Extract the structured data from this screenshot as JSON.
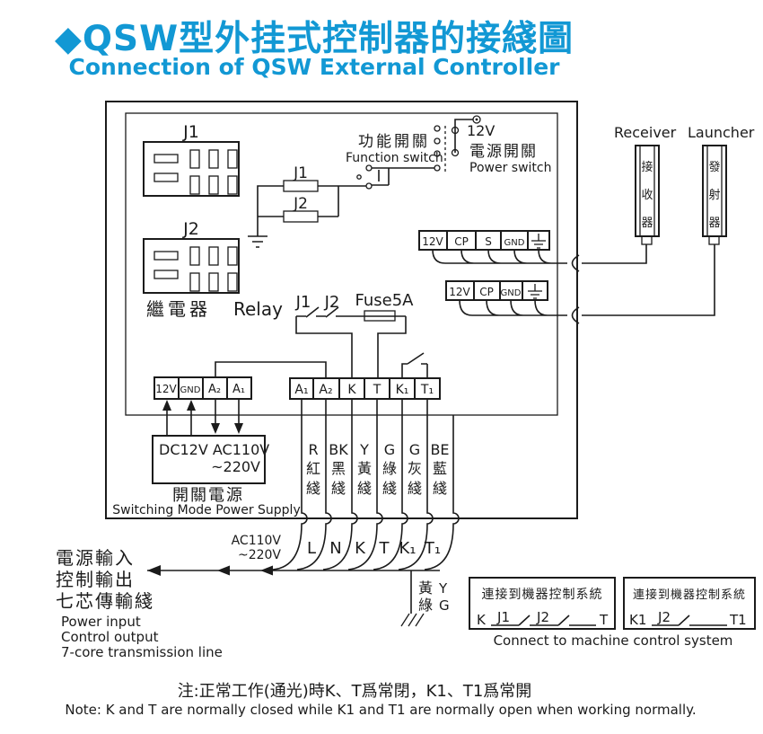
{
  "title": {
    "zh": "◆QSW型外挂式控制器的接綫圖",
    "en": "Connection of QSW External Controller"
  },
  "colors": {
    "accent": "#1298d4",
    "line": "#1b1b1b"
  },
  "connector_blocks": {
    "j1": "J1",
    "j2": "J2",
    "relay_zh": "繼電器",
    "relay_en": "Relay"
  },
  "coils": {
    "j1": "J1",
    "j2": "J2"
  },
  "function_switch": {
    "zh": "功能開關",
    "en": "Function switch"
  },
  "power_switch": {
    "voltage": "12V",
    "zh": "電源開關",
    "en": "Power switch"
  },
  "fuse_circuit": {
    "j1": "J1",
    "j2": "J2",
    "fuse": "Fuse5A"
  },
  "strips": {
    "receiver_strip": [
      "12V",
      "CP",
      "S",
      "GND"
    ],
    "launcher_strip": [
      "12V",
      "CP",
      "GND"
    ],
    "power_strip": [
      "12V",
      "GND",
      "A₂",
      "A₁"
    ],
    "output_strip": [
      "A₁",
      "A₂",
      "K",
      "T",
      "K₁",
      "T₁"
    ]
  },
  "power_supply": {
    "line1": "DC12V AC110V",
    "line2": "~220V",
    "zh": "開關電源",
    "en": "Switching Mode Power Supply"
  },
  "devices": {
    "receiver": {
      "en": "Receiver",
      "zh": [
        "接",
        "收",
        "器"
      ]
    },
    "launcher": {
      "en": "Launcher",
      "zh": [
        "發",
        "射",
        "器"
      ]
    }
  },
  "wire_colors": [
    {
      "code": "R",
      "name": [
        "紅",
        "綫"
      ]
    },
    {
      "code": "BK",
      "name": [
        "黑",
        "綫"
      ]
    },
    {
      "code": "Y",
      "name": [
        "黃",
        "綫"
      ]
    },
    {
      "code": "G",
      "name": [
        "綠",
        "綫"
      ]
    },
    {
      "code": "G",
      "name": [
        "灰",
        "綫"
      ]
    },
    {
      "code": "BE",
      "name": [
        "藍",
        "綫"
      ]
    }
  ],
  "cable": {
    "ac1": "AC110V",
    "ac2": "~220V",
    "cores": [
      "L",
      "N",
      "K",
      "T",
      "K₁",
      "T₁"
    ],
    "earth": {
      "zh1": "黃",
      "en1": "Y",
      "zh2": "綠",
      "en2": "G"
    },
    "io_zh": [
      "電源輸入",
      "控制輸出",
      "七芯傳輸綫"
    ],
    "io_en": [
      "Power input",
      "Control output",
      "7-core transmission line"
    ]
  },
  "machine": {
    "box1": {
      "title": "連接到機器控制系統",
      "k": "K",
      "j1": "J1",
      "j2": "J2",
      "t": "T"
    },
    "box2": {
      "title": "連接到機器控制系統",
      "k1": "K1",
      "j2": "J2",
      "t1": "T1"
    },
    "caption": "Connect to machine control system"
  },
  "notes": {
    "zh": "注:正常工作(通光)時K、T爲常閉，K1、T1爲常開",
    "en": "Note: K and T are normally closed while K1 and T1 are normally open when working normally."
  }
}
